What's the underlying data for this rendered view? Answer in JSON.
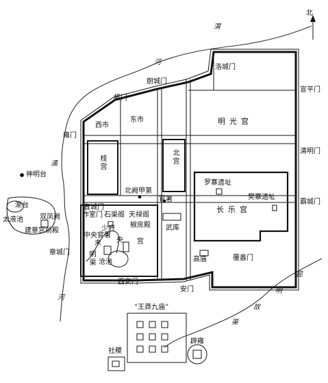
{
  "compass": {
    "north_label": "北"
  },
  "rivers": {
    "wei_top": "渭",
    "he_top": "河",
    "jue_left": "潏",
    "he_bottom": "河",
    "kun": "昆",
    "ming": "明",
    "gu": "故",
    "qu": "渠"
  },
  "gates": {
    "luocheng": "洛城门",
    "chucheng": "厨城门",
    "heng": "横门",
    "xuanping": "宣平门",
    "yong": "雍门",
    "qingming": "清明门",
    "zhicheng": "直城门",
    "bacheng": "霸城门",
    "zhangcheng": "章城门",
    "fuang": "覆盎门",
    "xian": "西安门",
    "an": "安门"
  },
  "districts": {
    "xishi": "西市",
    "dongshi": "东市",
    "mingguang": "明光宫",
    "gui": "桂宫",
    "bei": "北宫",
    "beiquejiadi": "北阙甲第",
    "luozhai": "罗寨遗址",
    "fanzhai": "樊寨遗址",
    "changle": "长乐宫",
    "wuku": "武库",
    "gaomiao": "高庙",
    "guanshu": "官署"
  },
  "weiyang": {
    "zuoshimen": "作室门",
    "shiqu": "石渠阁",
    "tianlu": "天禄阁",
    "shaofu": "少府",
    "jiaofang": "椒房殿",
    "zhongyang": "中央官署",
    "wei": "未",
    "yang": "央",
    "gong": "宫",
    "mingqu": "明渠",
    "cangchi": "沧池"
  },
  "west": {
    "shenmingtai": "神明台",
    "jiantai": "渐台",
    "shuangfeng": "双凤阙",
    "taiyechi": "太液池",
    "jianzhang": "建章宫前殿"
  },
  "south": {
    "wangmang": "“王莽九庙”",
    "sheji": "社稷",
    "biyong": "辟雍"
  }
}
